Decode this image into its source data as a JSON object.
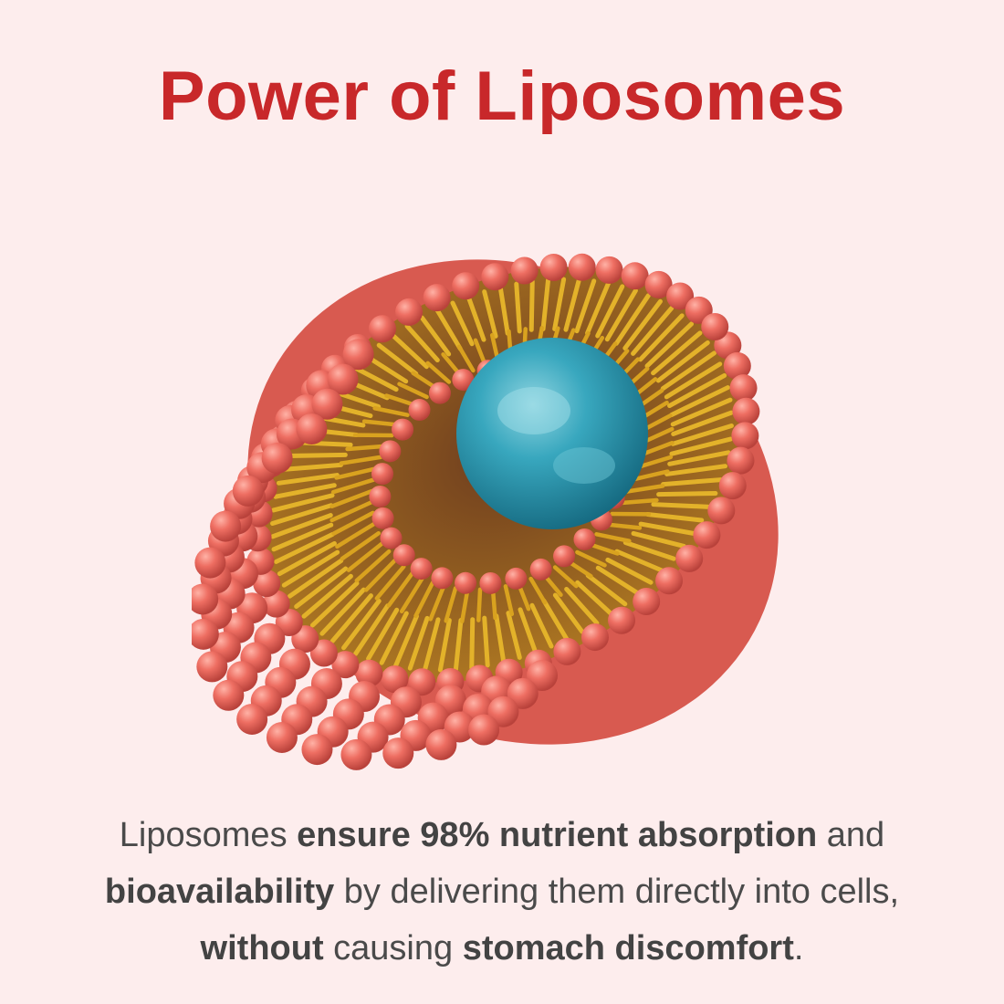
{
  "title": "Power of Liposomes",
  "illustration": {
    "icon": "liposome-cross-section-icon",
    "colors": {
      "heads": "#e8675e",
      "tails": "#e3b22a",
      "core": "#2a97b0",
      "background": "#fdeded",
      "title": "#c8282a"
    }
  },
  "caption": {
    "t1": "Liposomes ",
    "b1": "ensure 98% nutrient absorption",
    "t2": " and ",
    "b2": "bioavailability",
    "t3": " by delivering them directly into cells,",
    "b3": "without",
    "t4": " causing ",
    "b4": "stomach discomfort",
    "t5": "."
  }
}
